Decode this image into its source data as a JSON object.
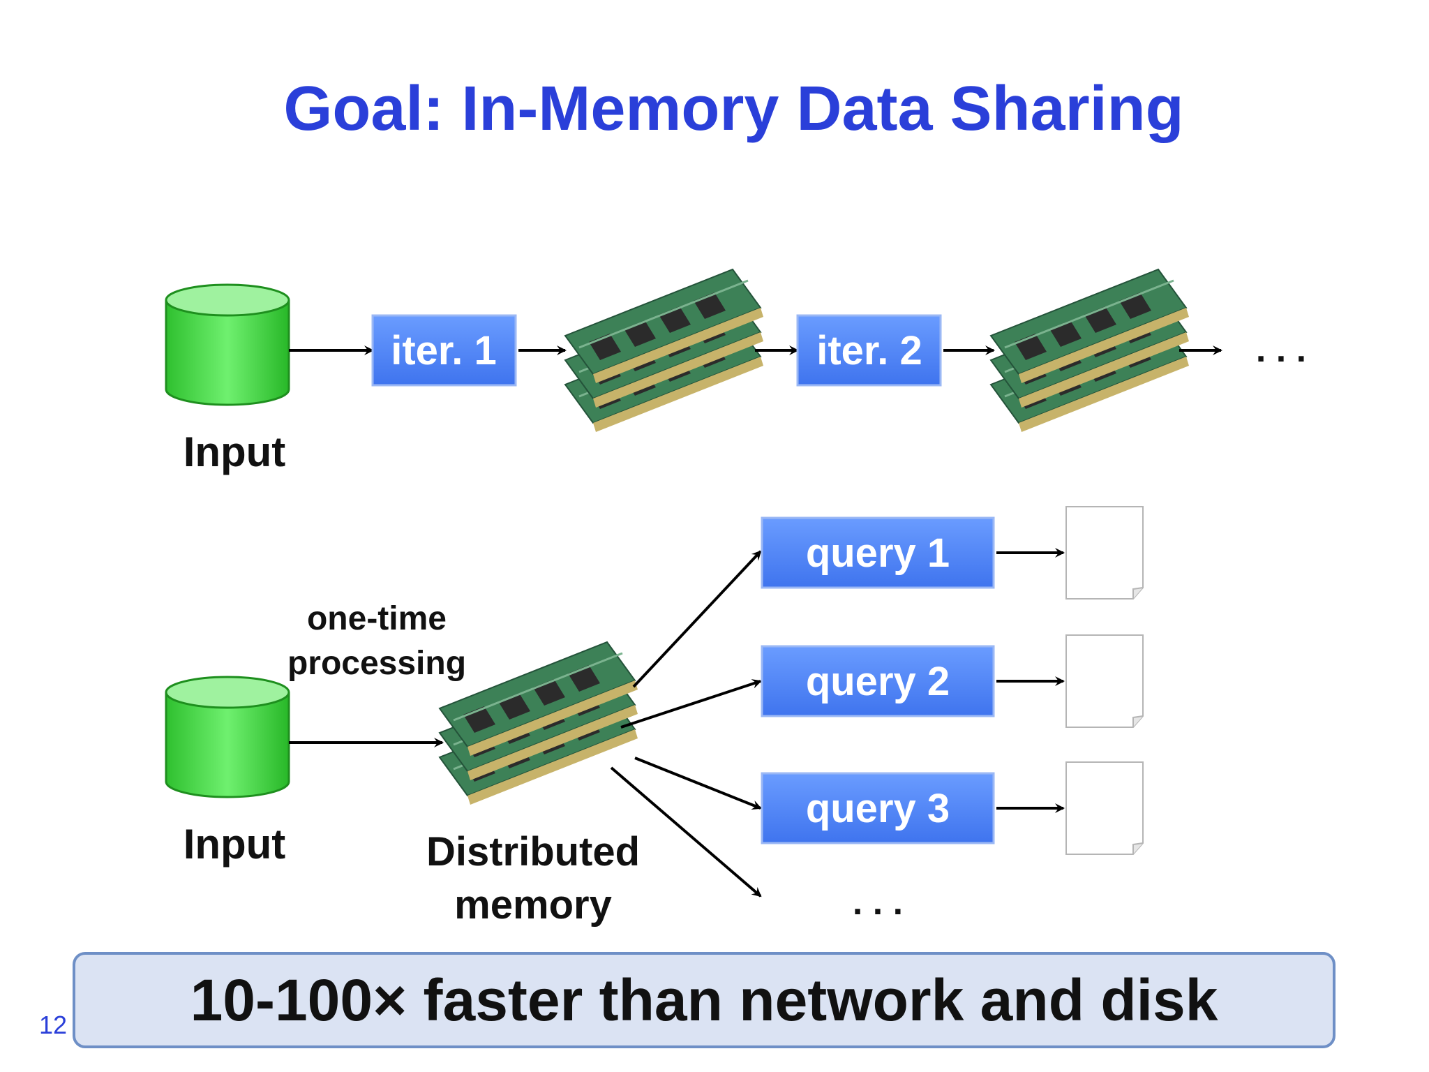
{
  "title": "Goal: In-Memory Data Sharing",
  "top_row": {
    "input_label": "Input",
    "iter_1": "iter. 1",
    "iter_2": "iter. 2",
    "ellipsis": ". . ."
  },
  "bottom_row": {
    "input_label": "Input",
    "one_time_line1": "one-time",
    "one_time_line2": "processing",
    "dist_mem_line1": "Distributed",
    "dist_mem_line2": "memory",
    "queries": [
      "query 1",
      "query 2",
      "query 3"
    ],
    "ellipsis": ". . ."
  },
  "banner": {
    "text": "10-100×  faster than network and disk"
  },
  "slide_number": "12",
  "colors": {
    "title": "#2a3fd9",
    "box_blue": "#4f86f7",
    "cylinder_green": "#33cc33",
    "ram_green": "#3f8a5c",
    "banner_bg": "#dbe3f3",
    "banner_border": "#6e8fc6"
  }
}
